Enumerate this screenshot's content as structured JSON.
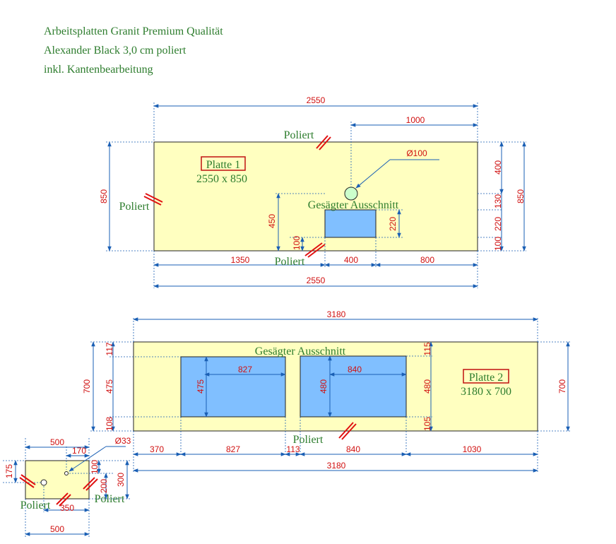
{
  "header": {
    "line1": "Arbeitsplatten Granit Premium Qualität",
    "line2": "Alexander Black 3,0 cm poliert",
    "line3": "inkl. Kantenbearbeitung"
  },
  "plate1": {
    "name": "Platte 1",
    "size": "2550 x 850",
    "cutout_label": "Gesägter Ausschnitt",
    "edge_label": "Poliert",
    "hole": "Ø100",
    "dims": {
      "total_width": "2550",
      "hole_offset": "1000",
      "height": "850",
      "cutout_from_top": "450",
      "cutout_bottom": "100",
      "cutout_height": "220",
      "right_top": "400",
      "right_mid": "130",
      "right_cut": "220",
      "right_bottom": "100",
      "right_total": "850",
      "left_span": "1350",
      "cutout_width": "400",
      "right_span": "800",
      "bottom_total": "2550"
    }
  },
  "plate2": {
    "name": "Platte 2",
    "size": "3180 x 700",
    "cutout_label": "Gesägter Ausschnitt",
    "edge_label": "Poliert",
    "dims": {
      "total_width": "3180",
      "left_top": "117",
      "left_mid": "475",
      "left_bottom": "108",
      "height": "700",
      "cut1_width": "827",
      "cut1_height": "475",
      "cut2_width": "840",
      "cut2_height": "480",
      "right_top": "115",
      "right_mid": "480",
      "right_bottom": "105",
      "right_total": "700",
      "seg1": "370",
      "seg2": "827",
      "seg3": "113",
      "seg4": "840",
      "seg5": "1030",
      "bottom_total": "3180"
    }
  },
  "plate3": {
    "edge_label_left": "Poliert",
    "edge_label_right": "Poliert",
    "hole": "Ø33",
    "dims": {
      "top_width": "500",
      "hole_offset": "170",
      "left_height": "175",
      "right_small": "100",
      "right_mid": "200",
      "right_total": "300",
      "bottom_inner": "350",
      "bottom_total": "500"
    }
  }
}
